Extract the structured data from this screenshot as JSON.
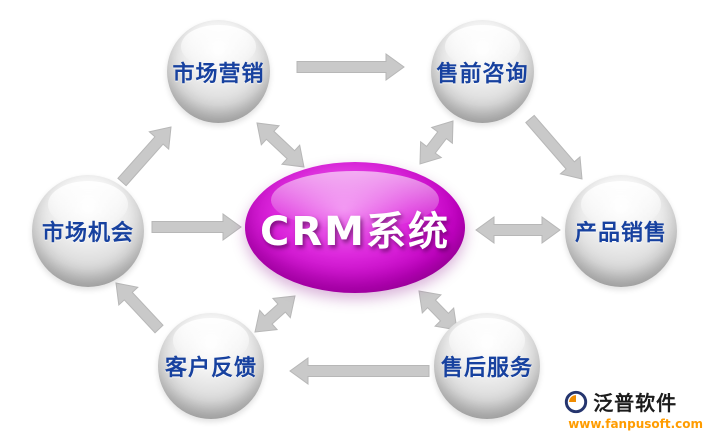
{
  "diagram": {
    "center": {
      "label": "CRM系统"
    },
    "nodes": [
      {
        "id": "marketing",
        "label": "市场营销"
      },
      {
        "id": "presales",
        "label": "售前咨询"
      },
      {
        "id": "market-opportunity",
        "label": "市场机会"
      },
      {
        "id": "product-sales",
        "label": "产品销售"
      },
      {
        "id": "customer-feedback",
        "label": "客户反馈"
      },
      {
        "id": "aftersales",
        "label": "售后服务"
      }
    ],
    "edges": [
      {
        "from": "market-opportunity",
        "to": "marketing",
        "bidirectional": false
      },
      {
        "from": "marketing",
        "to": "presales",
        "bidirectional": false
      },
      {
        "from": "presales",
        "to": "product-sales",
        "bidirectional": false
      },
      {
        "from": "aftersales",
        "to": "customer-feedback",
        "bidirectional": false
      },
      {
        "from": "customer-feedback",
        "to": "market-opportunity",
        "bidirectional": false
      },
      {
        "from": "marketing",
        "to": "center",
        "bidirectional": true
      },
      {
        "from": "presales",
        "to": "center",
        "bidirectional": true
      },
      {
        "from": "market-opportunity",
        "to": "center",
        "bidirectional": false
      },
      {
        "from": "center",
        "to": "product-sales",
        "bidirectional": true
      },
      {
        "from": "center",
        "to": "aftersales",
        "bidirectional": true
      },
      {
        "from": "customer-feedback",
        "to": "center",
        "bidirectional": true
      }
    ],
    "colors": {
      "center_fill": "#c400c4",
      "node_text": "#17419f",
      "arrow": "#c9c9c9",
      "watermark_url": "#ff9c00"
    },
    "watermark": {
      "brand": "泛普软件",
      "url_text": "www.fanpusoft.com"
    }
  }
}
